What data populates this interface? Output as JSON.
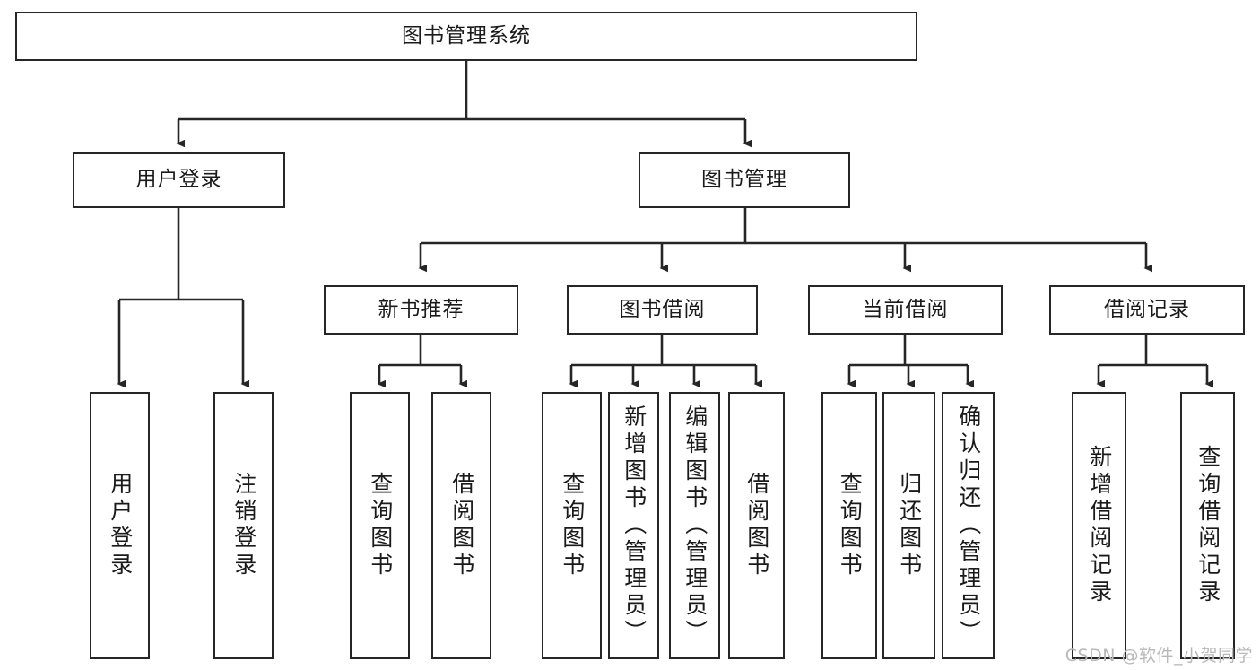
{
  "diagram": {
    "type": "tree-hierarchy",
    "title": "图书管理系统",
    "watermark": "CSDN @软件_小贺同学",
    "colors": {
      "stroke": "#262626",
      "fill": "#ffffff",
      "text": "#1a1a1a",
      "watermark": "#b9b9b9"
    },
    "levels": {
      "root": {
        "label": "图书管理系统"
      },
      "level2": [
        {
          "id": "user-login",
          "label": "用户登录"
        },
        {
          "id": "book-manage",
          "label": "图书管理"
        }
      ],
      "level3": [
        {
          "id": "new-book-rec",
          "label": "新书推荐",
          "parent": "book-manage"
        },
        {
          "id": "book-borrow",
          "label": "图书借阅",
          "parent": "book-manage"
        },
        {
          "id": "current-borrow",
          "label": "当前借阅",
          "parent": "book-manage"
        },
        {
          "id": "borrow-record",
          "label": "借阅记录",
          "parent": "book-manage"
        }
      ],
      "leaves": [
        {
          "id": "leaf-user-login",
          "label": "用户登录",
          "parent": "user-login"
        },
        {
          "id": "leaf-logout",
          "label": "注销登录",
          "parent": "user-login"
        },
        {
          "id": "leaf-query-book-1",
          "label": "查询图书",
          "parent": "new-book-rec"
        },
        {
          "id": "leaf-borrow-book-1",
          "label": "借阅图书",
          "parent": "new-book-rec"
        },
        {
          "id": "leaf-query-book-2",
          "label": "查询图书",
          "parent": "book-borrow"
        },
        {
          "id": "leaf-add-book",
          "label": "新增图书（管理员）",
          "parent": "book-borrow"
        },
        {
          "id": "leaf-edit-book",
          "label": "编辑图书（管理员）",
          "parent": "book-borrow"
        },
        {
          "id": "leaf-borrow-book-2",
          "label": "借阅图书",
          "parent": "book-borrow"
        },
        {
          "id": "leaf-query-book-3",
          "label": "查询图书",
          "parent": "current-borrow"
        },
        {
          "id": "leaf-return-book",
          "label": "归还图书",
          "parent": "current-borrow"
        },
        {
          "id": "leaf-confirm-return",
          "label": "确认归还（管理员）",
          "parent": "current-borrow"
        },
        {
          "id": "leaf-add-record",
          "label": "新增借阅记录",
          "parent": "borrow-record"
        },
        {
          "id": "leaf-query-record",
          "label": "查询借阅记录",
          "parent": "borrow-record"
        }
      ]
    }
  }
}
